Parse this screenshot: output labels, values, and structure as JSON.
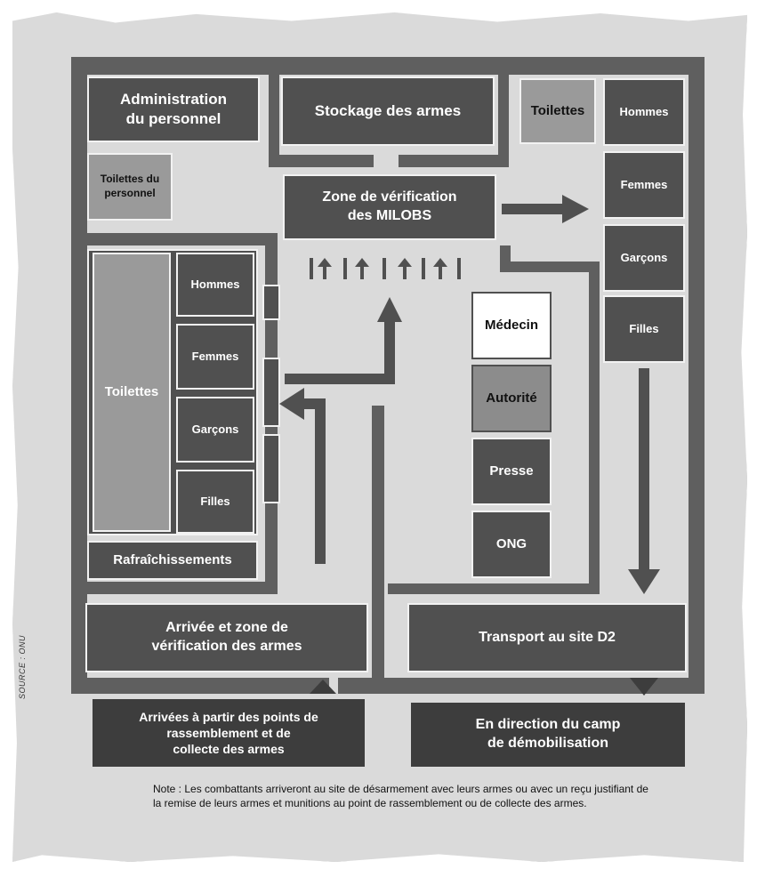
{
  "boxes": {
    "admin": "Administration\ndu personnel",
    "storage": "Stockage des armes",
    "toilettes_top": "Toilettes",
    "hommes_right": "Hommes",
    "toilettes_personnel": "Toilettes du\npersonnel",
    "milobs": "Zone de vérification\ndes MILOBS",
    "femmes_right": "Femmes",
    "garcons_right": "Garçons",
    "filles_right": "Filles",
    "toilettes_left": "Toilettes",
    "hommes_left": "Hommes",
    "femmes_left": "Femmes",
    "garcons_left": "Garçons",
    "filles_left": "Filles",
    "rafraichissements": "Rafraîchissements",
    "medecin": "Médecin",
    "autorite": "Autorité",
    "presse": "Presse",
    "ong": "ONG",
    "arrivee": "Arrivée et zone de\nvérification des armes",
    "transport": "Transport au site D2",
    "arrivees_points": "Arrivées à partir des points de\nrassemblement et de\ncollecte des armes",
    "direction_camp": "En direction du camp\nde démobilisation"
  },
  "note": "Note : Les combattants arriveront au site de désarmement avec leurs armes ou avec un reçu justifiant de la remise de leurs armes et munitions au point de rassemblement ou de collecte des armes.",
  "source": "SOURCE : ONU",
  "colors": {
    "dark": "#505050",
    "wall": "#5f5f5f",
    "light": "#9a9a9a",
    "paper": "#dadada"
  }
}
